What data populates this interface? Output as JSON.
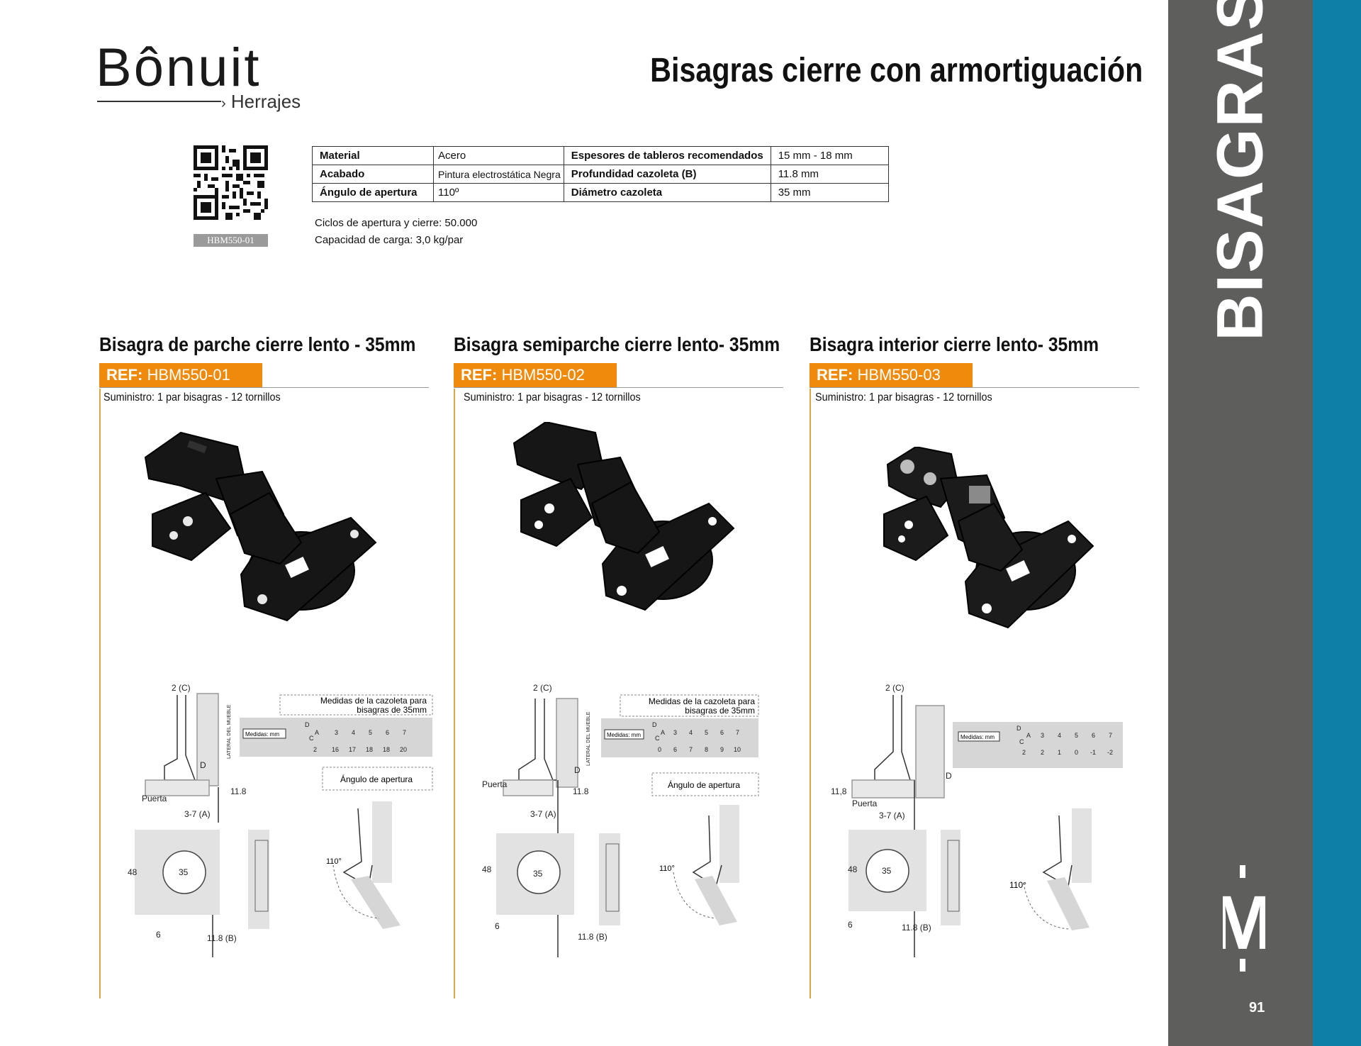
{
  "brand": {
    "name": "Bônuit",
    "tagline": "Herrajes"
  },
  "page_title": "Bisagras cierre con armortiguación",
  "side_tab": "BISAGRAS",
  "side_logo": "M",
  "page_number": "91",
  "qr_label": "HBM550-01",
  "specs": [
    {
      "k1": "Material",
      "v1": "Acero",
      "k2": "Espesores de tableros recomendados",
      "v2": "15 mm - 18 mm"
    },
    {
      "k1": "Acabado",
      "v1": "Pintura electrostática Negra",
      "k2": "Profundidad cazoleta (B)",
      "v2": "11.8 mm"
    },
    {
      "k1": "Ángulo de apertura",
      "v1": "110º",
      "k2": "Diámetro cazoleta",
      "v2": "35 mm"
    }
  ],
  "notes": [
    "Ciclos de apertura y cierre: 50.000",
    "Capacidad de carga: 3,0 kg/par"
  ],
  "products": [
    {
      "title": "Bisagra de parche cierre lento - 35mm",
      "ref_label": "REF:",
      "ref": "HBM550-01",
      "supply": "Suministro: 1 par bisagras - 12 tornillos",
      "drawing": {
        "cup_title_1": "Medidas de la cazoleta para",
        "cup_title_2": "bisagras de 35mm",
        "units": "Medidas: mm",
        "row_d": "D",
        "row_c": "C",
        "row_a": "A",
        "a_values": [
          "3",
          "4",
          "5",
          "6",
          "7"
        ],
        "c_value": "2",
        "d_values": [
          "16",
          "17",
          "18",
          "18",
          "20"
        ],
        "angle_title": "Ángulo de apertura",
        "angle": "110°",
        "lateral": "LATERAL DEL MUEBLE",
        "c_label": "2 (C)",
        "d_label": "D",
        "door": "Puerta",
        "b_depth": "11.8",
        "a_range": "3-7 (A)",
        "dim_48": "48",
        "dim_35": "35",
        "dim_6": "6",
        "dim_b": "11.8 (B)"
      }
    },
    {
      "title": "Bisagra semiparche cierre lento- 35mm",
      "ref_label": "REF:",
      "ref": "HBM550-02",
      "supply": "Suministro: 1 par bisagras - 12 tornillos",
      "drawing": {
        "cup_title_1": "Medidas de la cazoleta para",
        "cup_title_2": "bisagras de 35mm",
        "units": "Medidas: mm",
        "row_d": "D",
        "row_c": "C",
        "row_a": "A",
        "a_values": [
          "3",
          "4",
          "5",
          "6",
          "7"
        ],
        "c_value": "0",
        "d_values": [
          "6",
          "7",
          "8",
          "9",
          "10"
        ],
        "angle_title": "Ángulo de apertura",
        "angle": "110°",
        "lateral": "LATERAL DEL MUEBLE",
        "c_label": "2 (C)",
        "d_label": "D",
        "door": "Puerta",
        "b_depth": "11.8",
        "a_range": "3-7 (A)",
        "dim_48": "48",
        "dim_35": "35",
        "dim_6": "6",
        "dim_b": "11.8 (B)"
      }
    },
    {
      "title": "Bisagra interior cierre lento- 35mm",
      "ref_label": "REF:",
      "ref": "HBM550-03",
      "supply": "Suministro: 1 par bisagras - 12 tornillos",
      "drawing": {
        "units": "Medidas: mm",
        "row_d": "D",
        "row_c": "C",
        "row_a": "A",
        "a_values": [
          "3",
          "4",
          "5",
          "6",
          "7"
        ],
        "c_value": "2",
        "d_values": [
          "2",
          "1",
          "0",
          "-1",
          "-2"
        ],
        "angle": "110°",
        "c_label": "2 (C)",
        "d_label": "D",
        "door": "Puerta",
        "b_depth": "11,8",
        "a_range": "3-7 (A)",
        "dim_48": "48",
        "dim_35": "35",
        "dim_6": "6",
        "dim_b": "11.8 (B)"
      }
    }
  ],
  "colors": {
    "accent_orange": "#f08a0c",
    "band_gray": "#5e5e5c",
    "band_blue": "#0e7fa6",
    "column_line": "#d9a648"
  }
}
